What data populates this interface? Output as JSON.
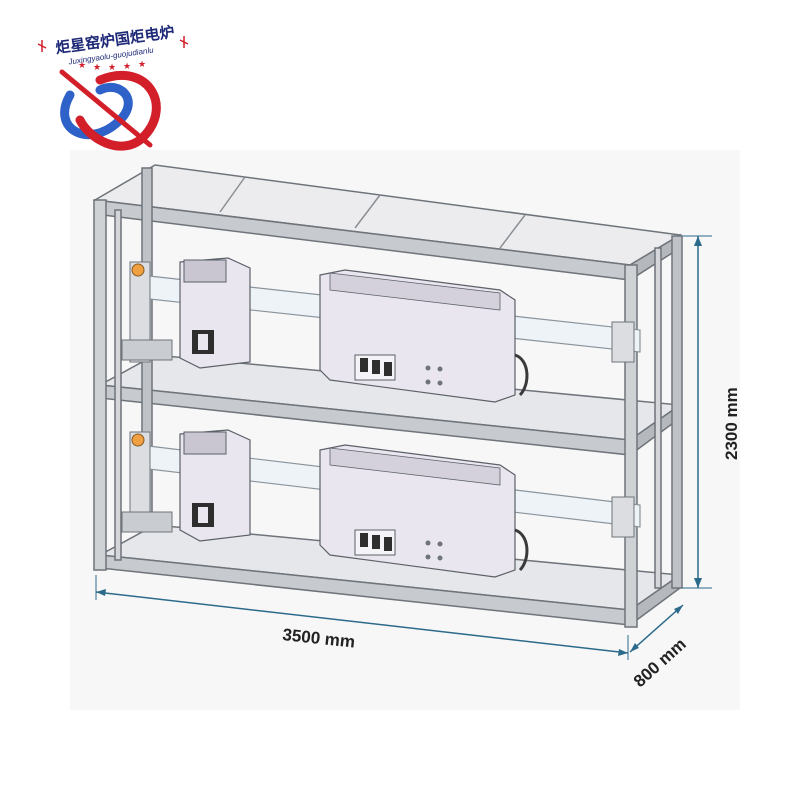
{
  "logo": {
    "name_cn": "炬星窑炉国炬电炉",
    "name_pinyin": "Juxingyaolu-guojudianlu",
    "colors": {
      "blue": "#2f62c8",
      "red": "#d21f2a",
      "navy": "#1e2a78"
    }
  },
  "dimensions": {
    "width": "3500 mm",
    "height": "2300 mm",
    "depth": "800 mm",
    "line_color": "#2b6a8a"
  },
  "equipment": {
    "levels": 2,
    "frame_color": "#9aa0a6",
    "furnace_color": "#e9e6ef",
    "panel_color": "#2e2e2e"
  }
}
